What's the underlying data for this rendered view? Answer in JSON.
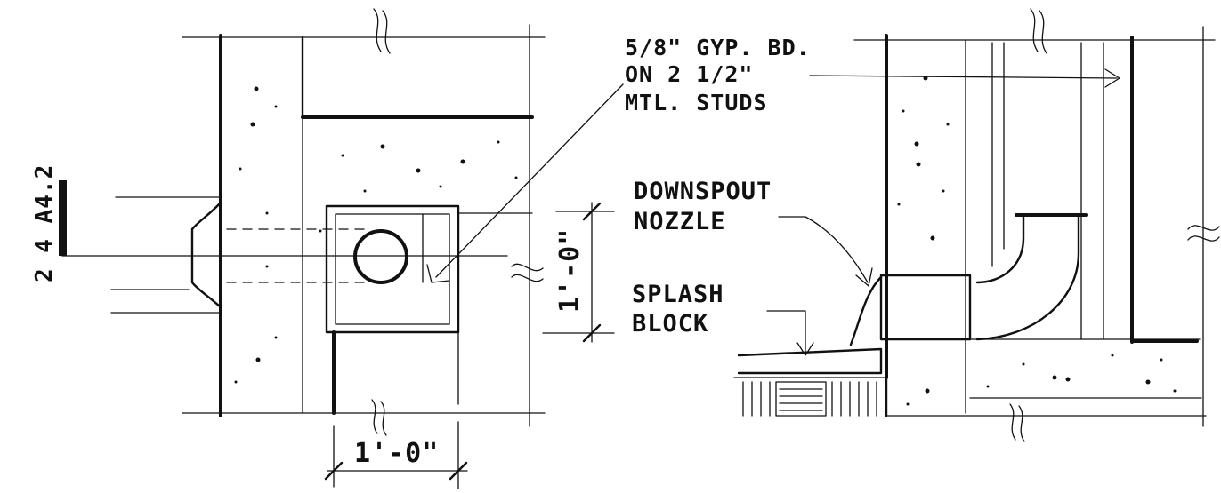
{
  "annotations": {
    "gyp_line1": "5/8\" GYP. BD.",
    "gyp_line2": "ON 2 1/2\"",
    "gyp_line3": "MTL. STUDS",
    "nozzle_line1": "DOWNSPOUT",
    "nozzle_line2": "NOZZLE",
    "splash_line1": "SPLASH",
    "splash_line2": "BLOCK"
  },
  "dimensions": {
    "vertical": "1'-0\"",
    "horizontal": "1'-0\""
  },
  "section_reference": {
    "code": "2 4 A4.2"
  }
}
